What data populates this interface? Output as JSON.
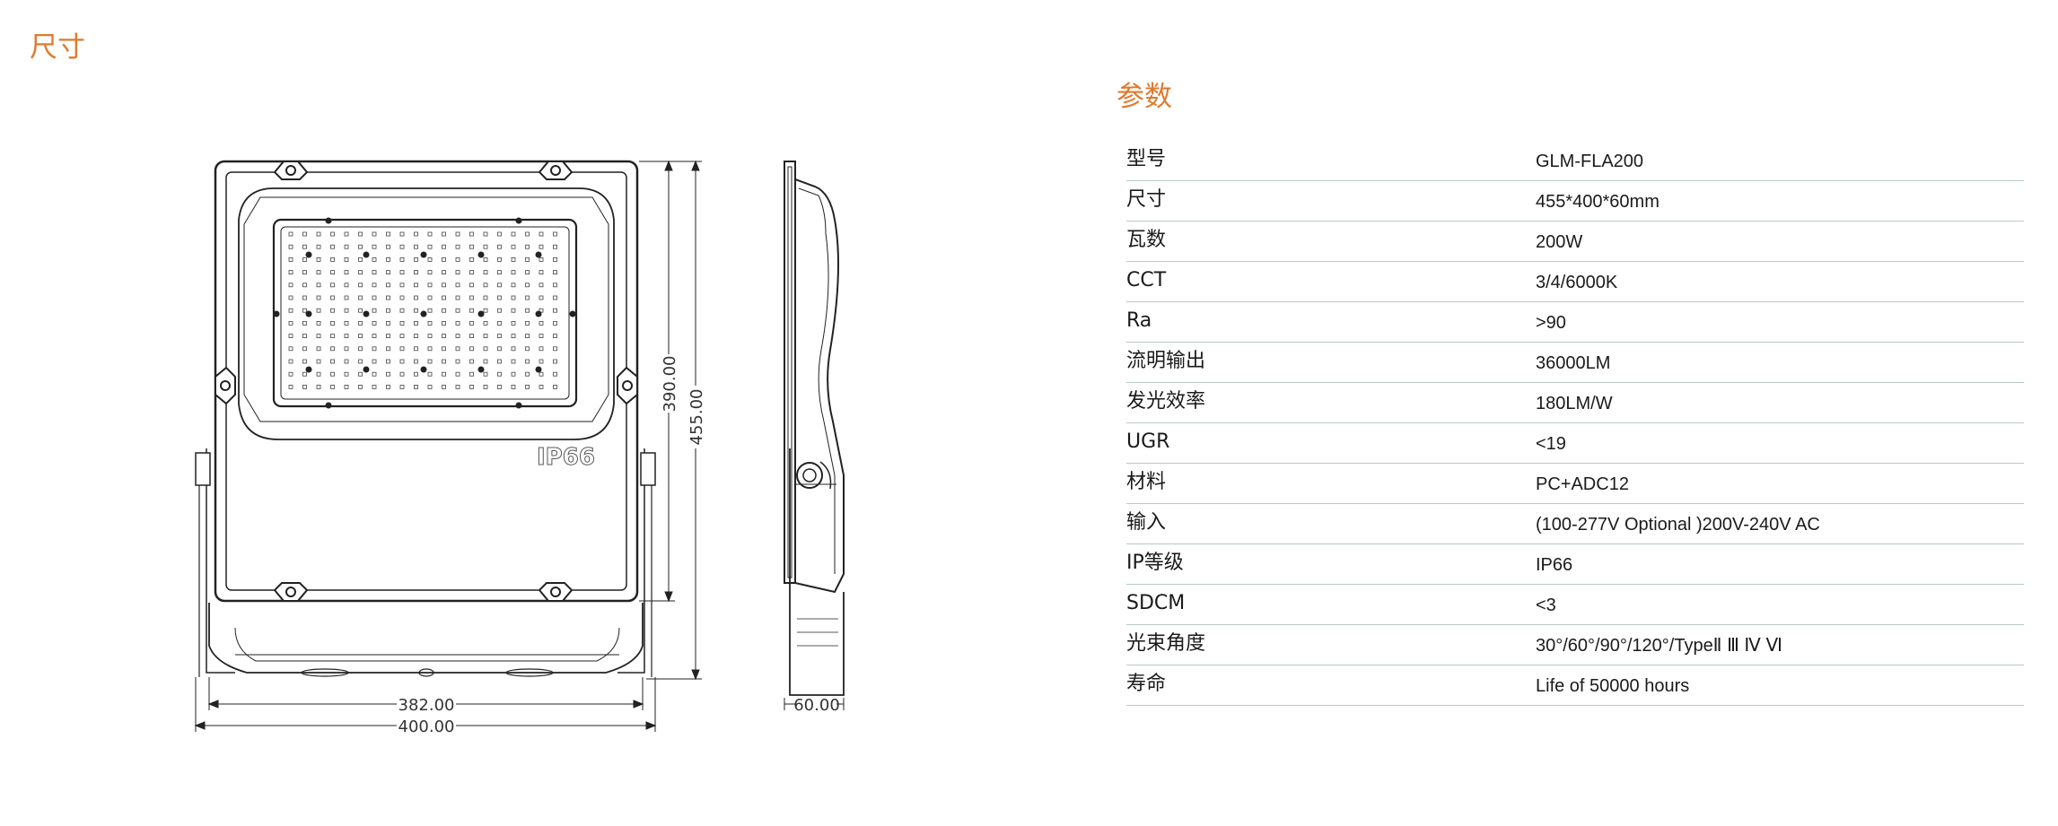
{
  "dimensions": {
    "title": "尺寸",
    "front_view": {
      "height_inner_label": "390.00",
      "height_outer_label": "455.00",
      "width_inner_label": "382.00",
      "width_outer_label": "400.00",
      "ip_marking": "IP66"
    },
    "side_view": {
      "depth_label": "60.00"
    }
  },
  "parameters": {
    "title": "参数",
    "rows": [
      {
        "name": "型号",
        "value": "GLM-FLA200"
      },
      {
        "name": "尺寸",
        "value": "455*400*60mm"
      },
      {
        "name": "瓦数",
        "value": "200W"
      },
      {
        "name": "CCT",
        "value": "3/4/6000K"
      },
      {
        "name": "Ra",
        "value": ">90"
      },
      {
        "name": "流明输出",
        "value": "36000LM"
      },
      {
        "name": "发光效率",
        "value": "180LM/W"
      },
      {
        "name": "UGR",
        "value": "<19"
      },
      {
        "name": "材料",
        "value": "PC+ADC12"
      },
      {
        "name": "输入",
        "value": "(100-277V Optional )200V-240V AC"
      },
      {
        "name": "IP等级",
        "value": "IP66"
      },
      {
        "name": "SDCM",
        "value": "<3"
      },
      {
        "name": "光束角度",
        "value": "30°/60°/90°/120°/TypeⅡ Ⅲ Ⅳ Ⅵ"
      },
      {
        "name": "寿命",
        "value": "Life of 50000 hours"
      }
    ]
  },
  "colors": {
    "accent": "#e07a2e",
    "rule": "#b9c9c9",
    "drawing_line": "#222222"
  }
}
